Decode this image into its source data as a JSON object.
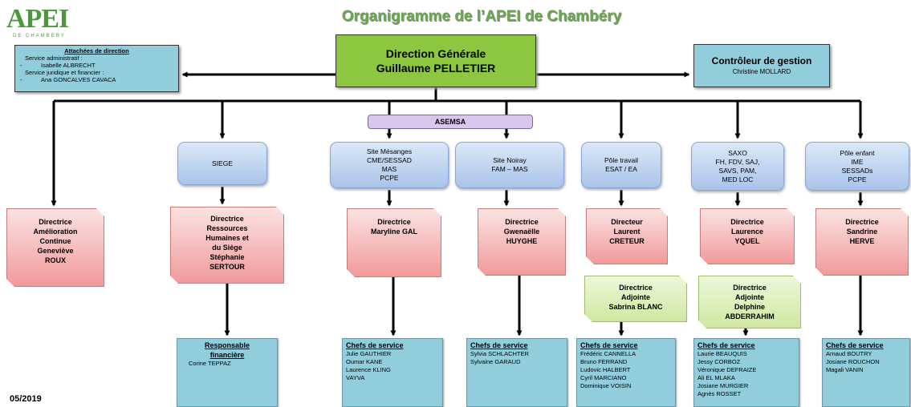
{
  "logo": {
    "main": "APEI",
    "sub": "DE CHAMBERY"
  },
  "title": "Organigramme de l’APEI de Chambéry",
  "date": "05/2019",
  "direction_generale": {
    "line1": "Direction Générale",
    "line2": "Guillaume PELLETIER"
  },
  "controleur": {
    "title": "Contrôleur de gestion",
    "name": "Christine MOLLARD"
  },
  "attachees": {
    "heading": "Attachées de direction",
    "line1": "Service administratif :",
    "dash1": "-",
    "name1": "Isabelle ALBRECHT",
    "line2": "Service juridique et financier :",
    "dash2": "-",
    "name2": "Ana GONCALVES CAVACA"
  },
  "asemsa": "ASEMSA",
  "poles": [
    {
      "lines": [
        "SIEGE"
      ]
    },
    {
      "lines": [
        "Site Mésanges",
        "CME/SESSAD",
        "MAS",
        "PCPE"
      ]
    },
    {
      "lines": [
        "Site Noiray",
        "FAM – MAS"
      ]
    },
    {
      "lines": [
        "Pôle travail",
        "ESAT / EA"
      ]
    },
    {
      "lines": [
        "SAXO",
        "FH, FDV, SAJ,",
        "SAVS, PAM,",
        "MED LOC"
      ]
    },
    {
      "lines": [
        "Pôle enfant",
        "IME",
        "SESSADs",
        "PCPE"
      ]
    }
  ],
  "directors": [
    {
      "lines": [
        "Directrice",
        "Amélioration",
        "Continue",
        "Geneviève",
        "ROUX"
      ]
    },
    {
      "lines": [
        "Directrice",
        "Ressources",
        "Humaines et",
        "du Siège",
        "Stéphanie",
        "SERTOUR"
      ]
    },
    {
      "lines": [
        "Directrice",
        "Maryline GAL"
      ]
    },
    {
      "lines": [
        "Directrice",
        "Gwenaëlle",
        "HUYGHE"
      ]
    },
    {
      "lines": [
        "Directeur",
        "Laurent",
        "CRETEUR"
      ]
    },
    {
      "lines": [
        "Directrice",
        "Laurence",
        "YQUEL"
      ]
    },
    {
      "lines": [
        "Directrice",
        "Sandrine",
        "HERVE"
      ]
    }
  ],
  "adjoints": [
    {
      "lines": [
        "Directrice",
        "Adjointe",
        "Sabrina BLANC"
      ]
    },
    {
      "lines": [
        "Directrice",
        "Adjointe",
        "Delphine",
        "ABDERRAHIM"
      ]
    }
  ],
  "bottom": [
    {
      "heading": [
        "Responsable",
        "financière"
      ],
      "items": [
        "Corine TEPPAZ"
      ]
    },
    {
      "heading": [
        "Chefs de service"
      ],
      "items": [
        "Julie GAUTHIER",
        "Oumar KANE",
        "Laurence KLING",
        "VAYVA"
      ]
    },
    {
      "heading": [
        "Chefs de service"
      ],
      "items": [
        "Sylvia SCHLACHTER",
        "Sylvaine GARAUD"
      ]
    },
    {
      "heading": [
        "Chefs de service"
      ],
      "items": [
        "Frédéric CANNELLA",
        "Bruno FERRAND",
        "Ludovic HALBERT",
        "Cyril MARCIANO",
        "Dominique VOISIN"
      ]
    },
    {
      "heading": [
        "Chefs de service"
      ],
      "items": [
        "Laurie BEAUQUIS",
        "Jessy CORBOZ",
        "Véronique DEFRAIZE",
        "Ali EL MLAKA",
        "Josiane MURGIER",
        "Agnès ROSSET"
      ]
    },
    {
      "heading": [
        "Chefs de service"
      ],
      "items": [
        "Arnaud BOUTRY",
        "Josiane ROUCHON",
        "Magali VANIN"
      ]
    }
  ]
}
